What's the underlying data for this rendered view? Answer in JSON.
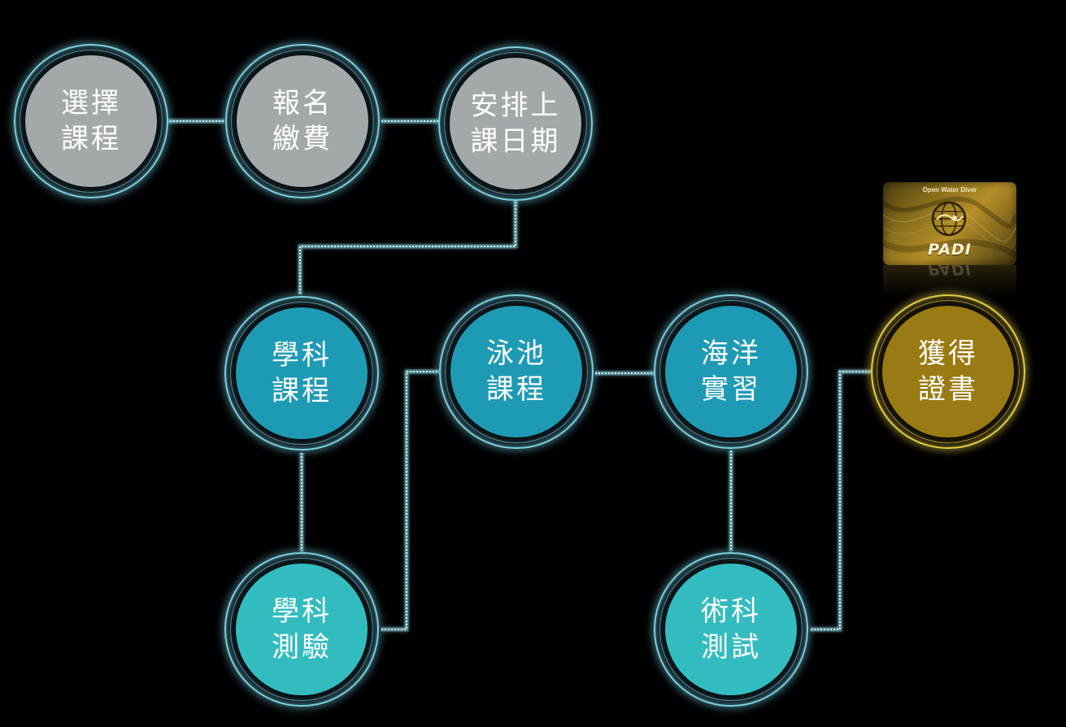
{
  "colors": {
    "background": "#000000",
    "connector": "#7fd0e0",
    "stage_gray": "#a3a9ab",
    "stage_blue": "#1f9ab5",
    "stage_teal": "#33bcbf",
    "stage_gold": "#9a7a12"
  },
  "steps": {
    "select_course": {
      "line1": "選擇",
      "line2": "課程",
      "color": "gray"
    },
    "register_pay": {
      "line1": "報名",
      "line2": "繳費",
      "color": "gray"
    },
    "schedule": {
      "line1": "安排上",
      "line2": "課日期",
      "color": "gray"
    },
    "academic_course": {
      "line1": "學科",
      "line2": "課程",
      "color": "blue"
    },
    "academic_test": {
      "line1": "學科",
      "line2": "測驗",
      "color": "teal"
    },
    "pool_course": {
      "line1": "泳池",
      "line2": "課程",
      "color": "blue"
    },
    "ocean_practice": {
      "line1": "海洋",
      "line2": "實習",
      "color": "blue"
    },
    "skill_test": {
      "line1": "術科",
      "line2": "測試",
      "color": "teal"
    },
    "certification": {
      "line1": "獲得",
      "line2": "證書",
      "color": "gold"
    }
  },
  "card": {
    "title": "Open Water Diver",
    "brand": "PADI",
    "emblem": "diver-globe-icon"
  },
  "icons": {
    "emblem": "diver-globe-icon"
  }
}
